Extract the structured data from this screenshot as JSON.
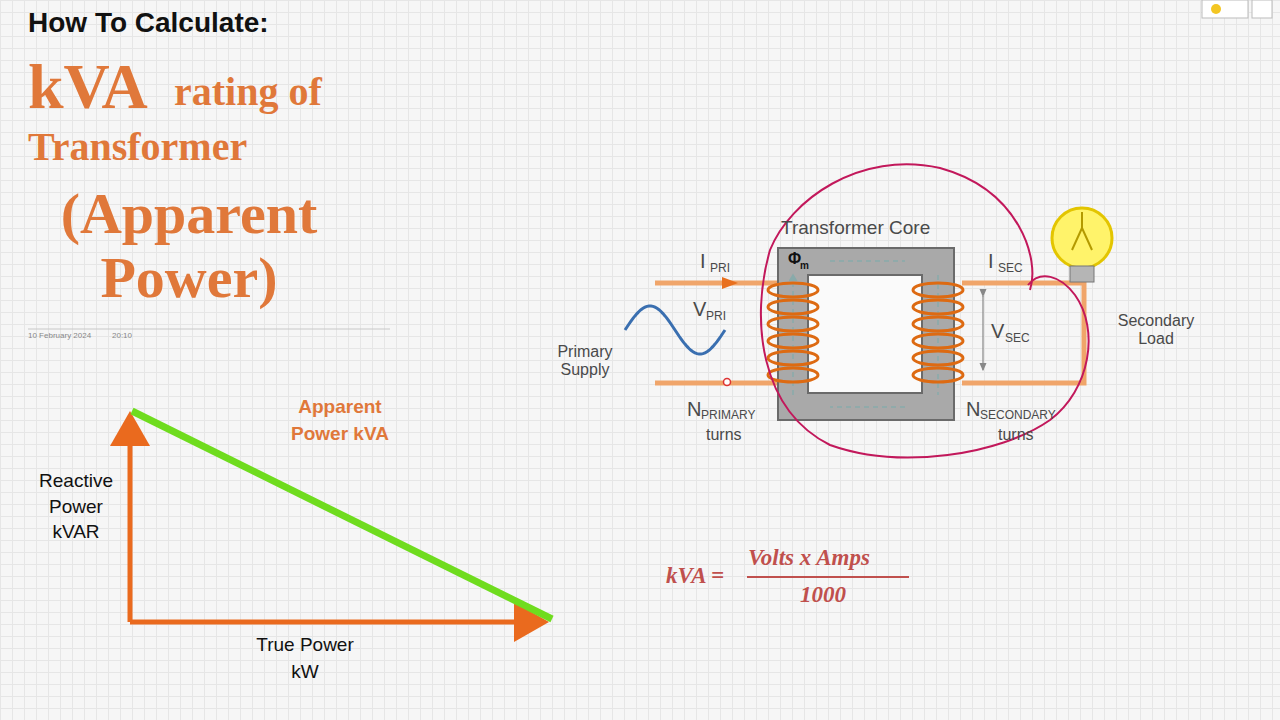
{
  "diagram": {
    "title": "How To Calculate:",
    "labels": [
      "kVA",
      "rating of",
      "Transformer",
      "(Apparent Power)",
      "10 February 2024",
      "20:10",
      "Reactive Power kVAR",
      "True Power kW",
      "Apparent Power kVA",
      "Transformer Core",
      "Φ",
      "m",
      "I",
      "PRI",
      "V",
      "PRI",
      "Primary Supply",
      "N",
      "PRIMARY",
      "turns",
      "I",
      "SEC",
      "V",
      "SEC",
      "Secondary Load",
      "N",
      "SECONDARY",
      "turns",
      "kVA =",
      "Volts x Amps",
      "1000"
    ]
  }
}
